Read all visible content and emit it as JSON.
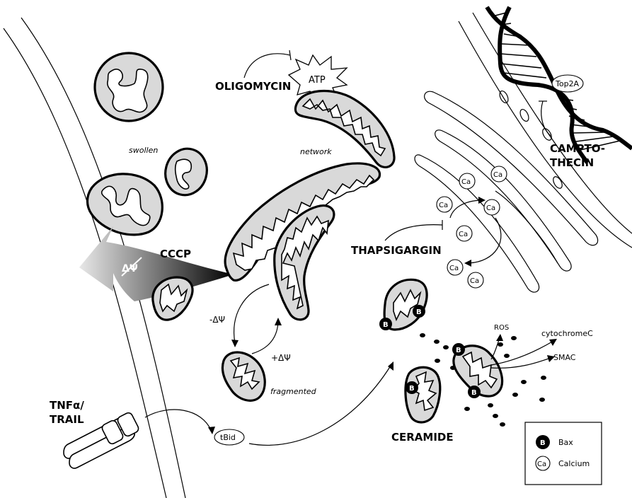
{
  "labels": {
    "oligomycin": "OLIGOMYCIN",
    "atp": "ATP",
    "swollen": "swollen",
    "network": "network",
    "cccp": "CCCP",
    "delta_psi": "ΔΨ",
    "neg_delta_psi": "-ΔΨ",
    "pos_delta_psi": "+ΔΨ",
    "fragmented": "fragmented",
    "thapsigargin": "THAPSIGARGIN",
    "campto_1": "CAMPTO-",
    "campto_2": "THECIN",
    "top2a": "Top2A",
    "tnf_1": "TNFα/",
    "tnf_2": "TRAIL",
    "tbid": "tBid",
    "ceramide": "CERAMIDE",
    "ros": "ROS",
    "cytochrome": "cytochromeC",
    "smac": "SMAC",
    "bax_glyph": "B",
    "ca_glyph": "Ca"
  },
  "legend": {
    "bax": "Bax",
    "calcium": "Calcium"
  }
}
